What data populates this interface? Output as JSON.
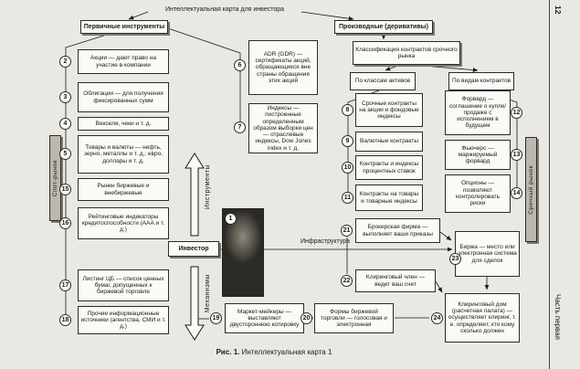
{
  "figure": {
    "top_title": "Интеллектуальная карта для инвестора",
    "caption_label": "Рис. 1.",
    "caption_text": "Интеллектуальная карта 1"
  },
  "margin": {
    "page_number": "12",
    "part": "Часть первая"
  },
  "headers": {
    "primary": "Первичные инструменты",
    "derivatives": "Производные (деривативы)",
    "classification": "Классификация контрактов срочного рынка",
    "by_assets": "По классам активов",
    "by_types": "По видам контрактов"
  },
  "center": {
    "investor": "Инвестор",
    "instruments": "Инструменты",
    "mechanisms": "Механизмы",
    "infrastructure": "Инфраструктура"
  },
  "tabs": {
    "left": "Спот-рынок",
    "right": "Срочный рынок"
  },
  "colors": {
    "paper": "#e9e8e2",
    "box": "#fbfaf6",
    "ink": "#1a1a1a",
    "tab": "#bab8af",
    "shadow": "#7b796f"
  },
  "nodes": {
    "n1": {
      "num": "1"
    },
    "n2": {
      "num": "2",
      "text": "Акции — дают право на участие в компании"
    },
    "n3": {
      "num": "3",
      "text": "Облигации — для получения фиксированных сумм"
    },
    "n4": {
      "num": "4",
      "text": "Векселя, чеки и т. д."
    },
    "n5": {
      "num": "5",
      "text": "Товары и валюты — нефть, зерно, металлы и т. д.; евро, доллары и т. д."
    },
    "n6": {
      "num": "6",
      "text": "ADR (GDR) — сертификаты акций, обращающиеся вне страны обращения этих акций"
    },
    "n7": {
      "num": "7",
      "text": "Индексы — построенные определенным образом выборки цен — отраслевые индексы, Dow Jones index и т. д."
    },
    "n8": {
      "num": "8",
      "text": "Срочные контракты на акции и фондовые индексы"
    },
    "n9": {
      "num": "9",
      "text": "Валютные контракты"
    },
    "n10": {
      "num": "10",
      "text": "Контракты и индексы процентных ставок"
    },
    "n11": {
      "num": "11",
      "text": "Контракты на товары и товарные индексы"
    },
    "n12": {
      "num": "12",
      "text": "Форвард — соглашение о купле/продаже с исполнением в будущем"
    },
    "n13": {
      "num": "13",
      "text": "Фьючерс — маржируемый форвард"
    },
    "n14": {
      "num": "14",
      "text": "Опционы — позволяют контролировать риски"
    },
    "n15": {
      "num": "15",
      "text": "Рынки биржевые и внебиржевые"
    },
    "n16": {
      "num": "16",
      "text": "Рейтинговые индикаторы кредитоспособности (ААА и т. д.)"
    },
    "n17": {
      "num": "17",
      "text": "Листинг ЦБ — список ценных бумаг, допущенных к биржевой торговле"
    },
    "n18": {
      "num": "18",
      "text": "Прочие информационные источники (агентства, СМИ и т. д.)"
    },
    "n19": {
      "num": "19",
      "text": "Маркет-мейкеры — выставляют двустороннюю котировку"
    },
    "n20": {
      "num": "20",
      "text": "Формы биржевой торговли — голосовая и электронная"
    },
    "n21": {
      "num": "21",
      "text": "Брокерская фирма — выполняет ваши приказы"
    },
    "n22": {
      "num": "22",
      "text": "Клиринговый член — ведет ваш счет"
    },
    "n23": {
      "num": "23",
      "text": "Биржа — место или электронная система для сделок"
    },
    "n24": {
      "num": "24",
      "text": "Клиринговый дом (расчетная палата) — осуществляет клиринг, т. е. определяет, кто кому сколько должен"
    }
  }
}
